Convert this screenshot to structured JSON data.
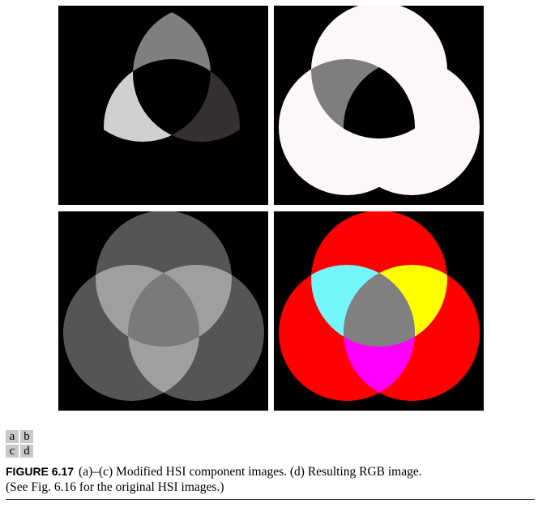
{
  "figure": {
    "label": "FIGURE 6.17",
    "caption_line1": "(a)–(c) Modified HSI component images. (d) Resulting RGB image.",
    "caption_line2": "(See Fig. 6.16 for the original HSI images.)"
  },
  "legend": {
    "a": "a",
    "b": "b",
    "c": "c",
    "d": "d"
  },
  "colors": {
    "background": "#000000",
    "panel_a_left_lens": "#7f7f7f",
    "panel_a_right_lens": "#352f34",
    "panel_a_bottom_lens": "#d0d0d0",
    "panel_b_white": "#fdf6fb",
    "panel_b_gray": "#7e7e7e",
    "panel_c_circle": "#555555",
    "panel_c_pair": "#9f9f9f",
    "panel_c_center": "#7a7a7a",
    "panel_d_red": "#ff0000",
    "panel_d_cyan": "#74f7fb",
    "panel_d_yellow": "#ffff00",
    "panel_d_magenta": "#ff00ff",
    "panel_d_center": "#808080"
  }
}
